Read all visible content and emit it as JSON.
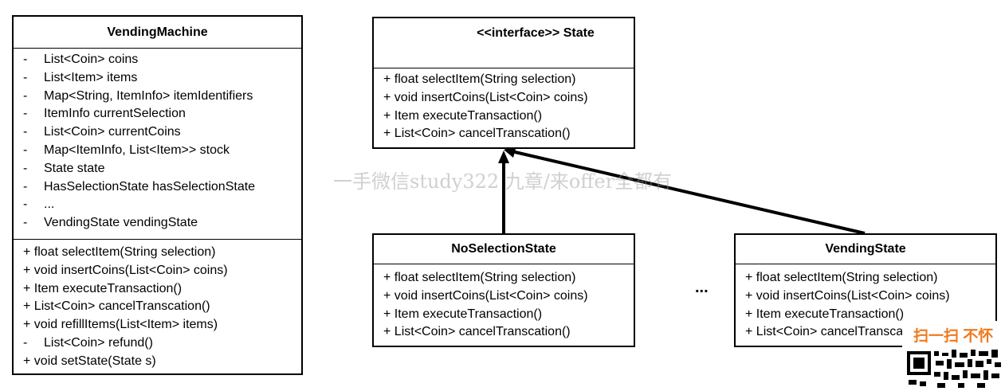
{
  "vending_machine": {
    "title": "VendingMachine",
    "fields": [
      {
        "vis": "-",
        "text": "List<Coin> coins"
      },
      {
        "vis": "-",
        "text": "List<Item> items"
      },
      {
        "vis": "-",
        "text": "Map<String, ItemInfo> itemIdentifiers"
      },
      {
        "vis": "-",
        "text": "ItemInfo currentSelection"
      },
      {
        "vis": "-",
        "text": "List<Coin> currentCoins"
      },
      {
        "vis": "-",
        "text": "Map<ItemInfo, List<Item>> stock"
      },
      {
        "vis": "-",
        "text": "State state"
      },
      {
        "vis": "-",
        "text": "HasSelectionState hasSelectionState"
      },
      {
        "vis": "-",
        "text": "..."
      },
      {
        "vis": "-",
        "text": "VendingState vendingState"
      }
    ],
    "methods": [
      "+ float selectItem(String selection)",
      "+ void insertCoins(List<Coin> coins)",
      "+ Item executeTransaction()",
      "+ List<Coin> cancelTranscation()",
      "+ void refillItems(List<Item> items)",
      {
        "vis": "-",
        "text": "List<Coin> refund()"
      },
      "+ void setState(State s)"
    ]
  },
  "state_interface": {
    "title": "<<interface>>  State",
    "methods": [
      "+ float selectItem(String selection)",
      "+ void insertCoins(List<Coin> coins)",
      "+ Item executeTransaction()",
      "+ List<Coin> cancelTranscation()"
    ]
  },
  "no_selection_state": {
    "title": "NoSelectionState",
    "methods": [
      "+ float selectItem(String selection)",
      "+ void insertCoins(List<Coin> coins)",
      "+ Item executeTransaction()",
      "+ List<Coin> cancelTranscation()"
    ]
  },
  "vending_state": {
    "title": "VendingState",
    "methods": [
      "+ float selectItem(String selection)",
      "+ void insertCoins(List<Coin> coins)",
      "+ Item executeTransaction()",
      "+ List<Coin> cancelTranscation()"
    ]
  },
  "ellipsis": "...",
  "watermark": "一手微信study322 九章/来offer全都有",
  "promo": {
    "text": "扫一扫 不怀",
    "accent_color": "#f07a1e"
  }
}
